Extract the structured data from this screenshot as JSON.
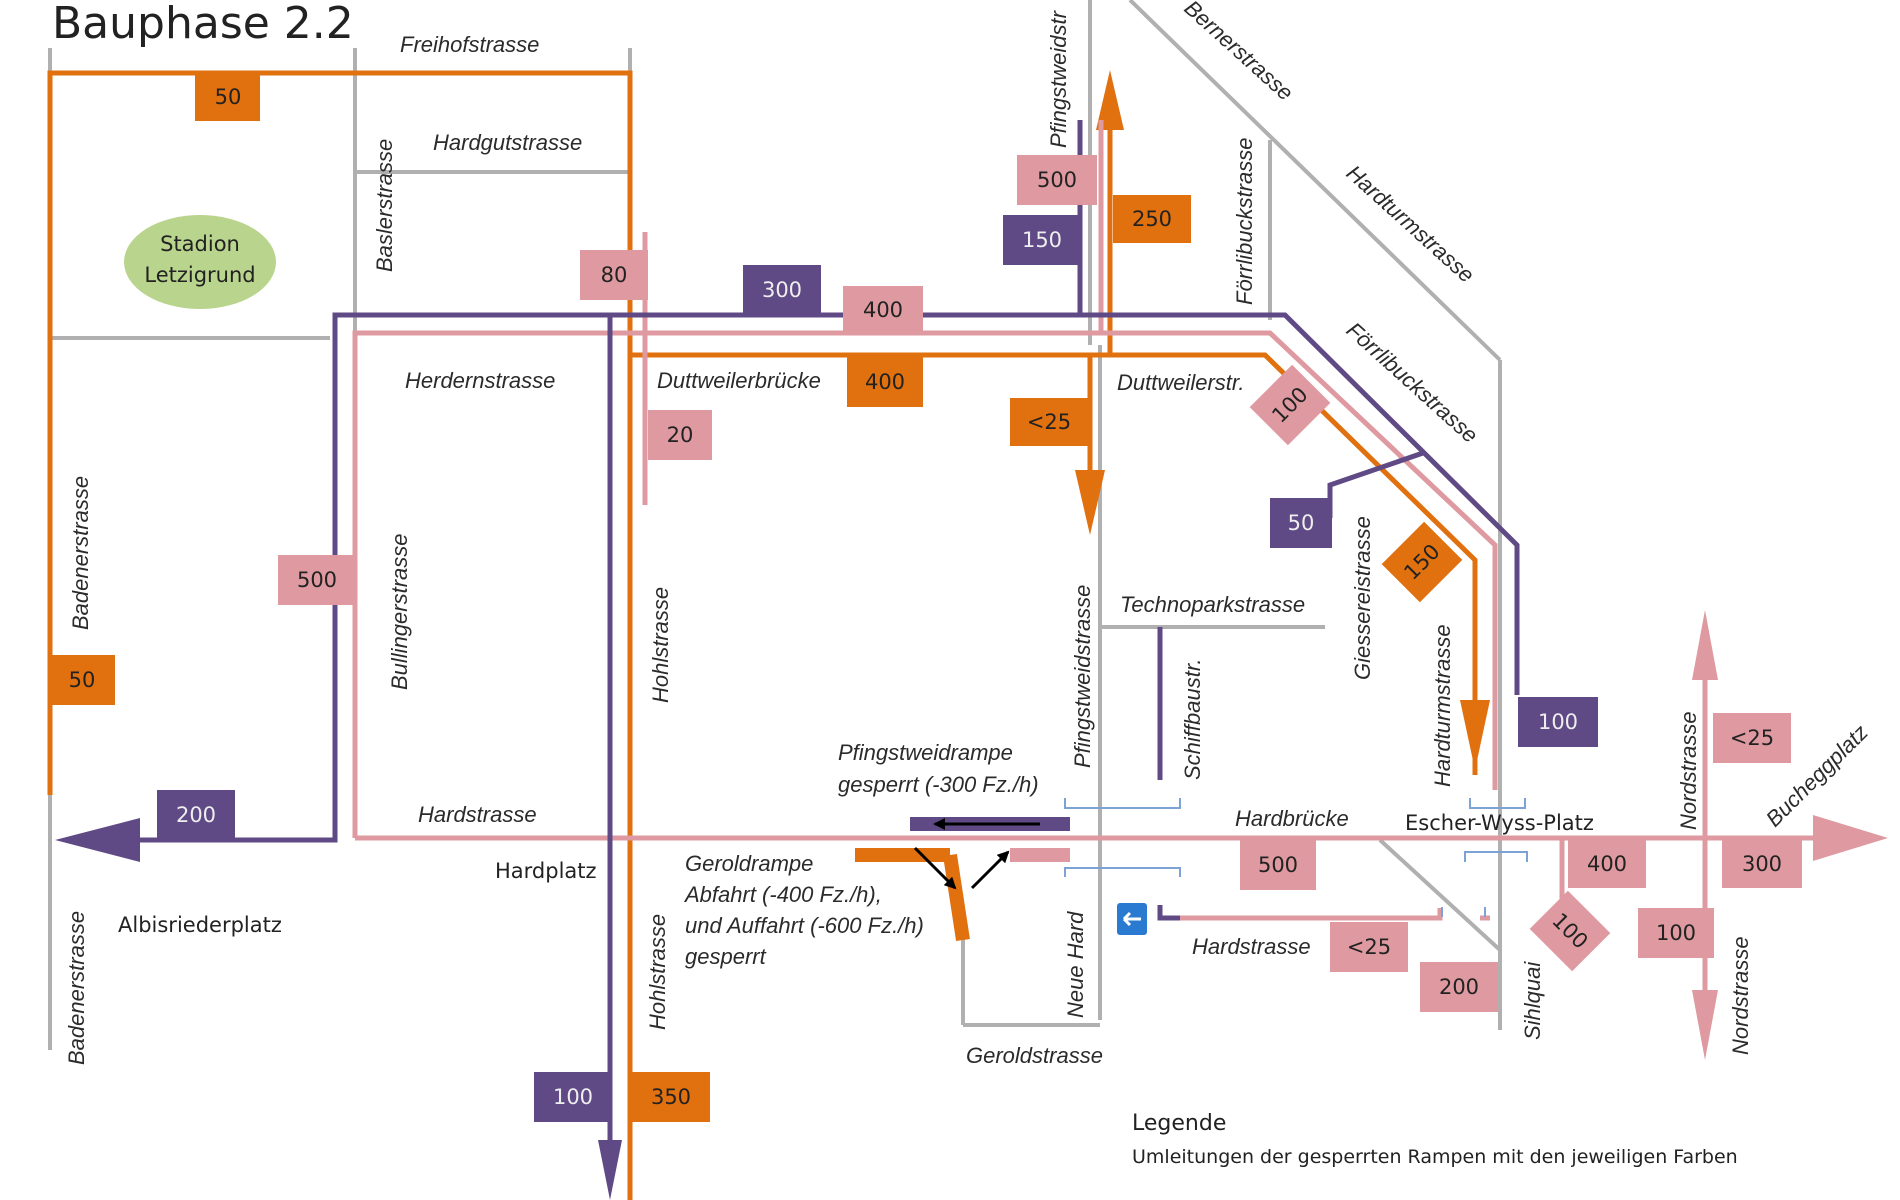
{
  "title": "Bauphase 2.2",
  "colors": {
    "orange": "#e1700e",
    "pink": "#de9aa0",
    "purple": "#5f4a86",
    "grey": "#b0b0b0",
    "stadium": "#b9d48c",
    "sign_blue": "#2b7ad1"
  },
  "streets": {
    "freihofstrasse": "Freihofstrasse",
    "hardgutstrasse": "Hardgutstrasse",
    "baslerstrasse": "Baslerstrasse",
    "herdernstrasse": "Herdernstrasse",
    "duttweilerbruecke": "Duttweilerbrücke",
    "duttweilerstr": "Duttweilerstr.",
    "badenerstrasse_top": "Badenerstrasse",
    "badenerstrasse_bottom": "Badenerstrasse",
    "bullingerstrasse": "Bullingerstrasse",
    "hohlstrasse_top": "Hohlstrasse",
    "hohlstrasse_bottom": "Hohlstrasse",
    "hardstrasse_main": "Hardstrasse",
    "hardstrasse_lower": "Hardstrasse",
    "pfingstweidstrasse_top": "Pfingstweidstr",
    "pfingstweidstrasse_mid": "Pfingstweidstrasse",
    "technoparkstrasse": "Technoparkstrasse",
    "schiffbaustr": "Schiffbaustr.",
    "foerrlibuckstrasse_vert": "Förrlibuckstrasse",
    "foerrlibuckstrasse_diag": "Förrlibuckstrasse",
    "bernerstrasse": "Bernerstrasse",
    "hardturmstrasse_diag": "Hardturmstrasse",
    "hardturmstrasse_vert": "Hardturmstrasse",
    "giessereistrasse": "Giessereistrasse",
    "hardbruecke": "Hardbrücke",
    "nordstrasse_top": "Nordstrasse",
    "nordstrasse_bottom": "Nordstrasse",
    "bucheggplatz": "Bucheggplatz",
    "sihlquai": "Sihlquai",
    "neue_hard": "Neue Hard",
    "geroldstrasse": "Geroldstrasse"
  },
  "places": {
    "stadion": [
      "Stadion",
      "Letzigrund"
    ],
    "hardplatz": "Hardplatz",
    "albisriederplatz": "Albisriederplatz",
    "escher_wyss_platz": "Escher-Wyss-Platz"
  },
  "notes": {
    "pfingstweidrampe": [
      "Pfingstweidrampe",
      "gesperrt (-300 Fz./h)"
    ],
    "geroldrampe": [
      "Geroldrampe",
      "Abfahrt (-400 Fz./h),",
      "und Auffahrt (-600 Fz./h)",
      "gesperrt"
    ]
  },
  "traffic_labels": {
    "freihof_50": "50",
    "hardgut_80": "80",
    "bucket_300": "300",
    "bucket_400_pink": "400",
    "duttweiler_400": "400",
    "hohl_20": "20",
    "pfingst_500": "500",
    "pfingst_150": "150",
    "pfingst_250": "250",
    "pfingst_lt25": "<25",
    "foerrli_100": "100",
    "giesserei_50": "50",
    "hardturm_150": "150",
    "escher_100": "100",
    "bullinger_500": "500",
    "badener_50": "50",
    "hardstr_200": "200",
    "hohl_100": "100",
    "hohl_350": "350",
    "hardbruecke_500": "500",
    "hardstr_lt25": "<25",
    "sihlquai_200": "200",
    "sihlquai_100": "100",
    "escher_400": "400",
    "nord_lt25": "<25",
    "buchegg_300": "300",
    "nord_100": "100"
  },
  "legend": {
    "title": "Legende",
    "text": "Umleitungen der gesperrten Rampen mit den jeweiligen Farben"
  }
}
